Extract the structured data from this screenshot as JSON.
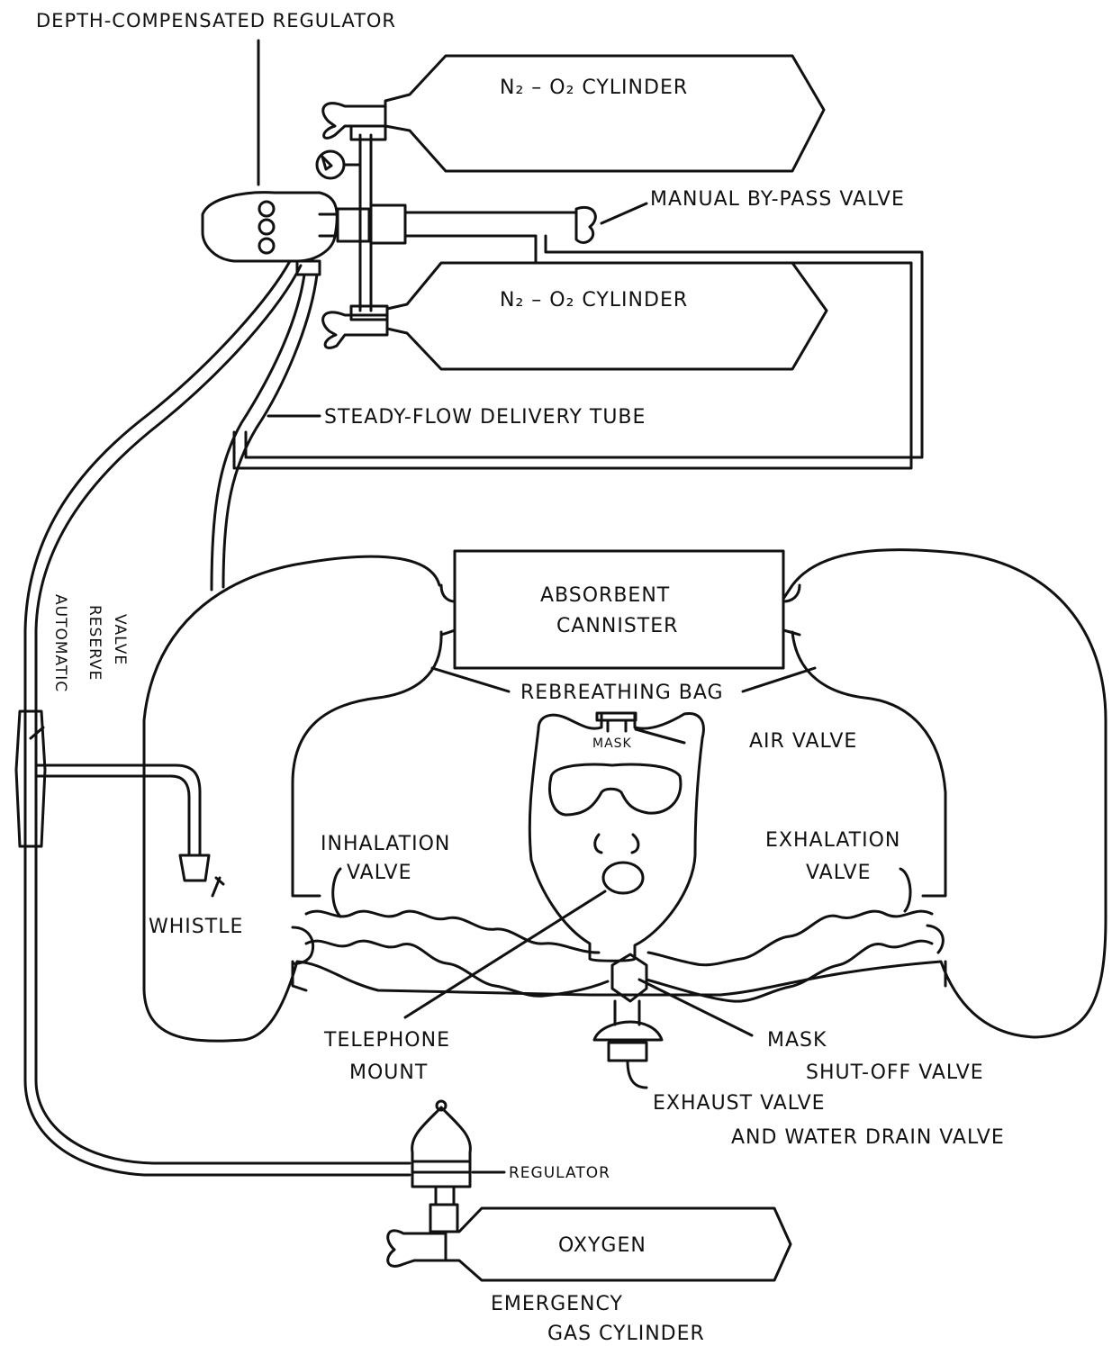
{
  "labels": {
    "depth_regulator": "DEPTH-COMPENSATED REGULATOR",
    "cylinder_top": "N₂ – O₂ CYLINDER",
    "cylinder_bottom": "N₂ – O₂ CYLINDER",
    "manual_bypass": "MANUAL BY-PASS VALVE",
    "steady_flow": "STEADY-FLOW DELIVERY TUBE",
    "reserve_line1": "AUTOMATIC",
    "reserve_line2": "RESERVE",
    "reserve_line3": "VALVE",
    "absorbent_line1": "ABSORBENT",
    "absorbent_line2": "CANNISTER",
    "rebreathing_bag": "REBREATHING BAG",
    "mask_small": "MASK",
    "air_valve": "AIR VALVE",
    "inhalation_line1": "INHALATION",
    "inhalation_line2": "VALVE",
    "exhalation_line1": "EXHALATION",
    "exhalation_line2": "VALVE",
    "whistle": "WHISTLE",
    "telephone_line1": "TELEPHONE",
    "telephone_line2": "MOUNT",
    "mask_line1": "MASK",
    "mask_line2": "SHUT-OFF VALVE",
    "exhaust_line1": "EXHAUST VALVE",
    "exhaust_line2": "AND WATER DRAIN VALVE",
    "regulator": "REGULATOR",
    "oxygen": "OXYGEN",
    "emergency_line1": "EMERGENCY",
    "emergency_line2": "GAS CYLINDER"
  }
}
